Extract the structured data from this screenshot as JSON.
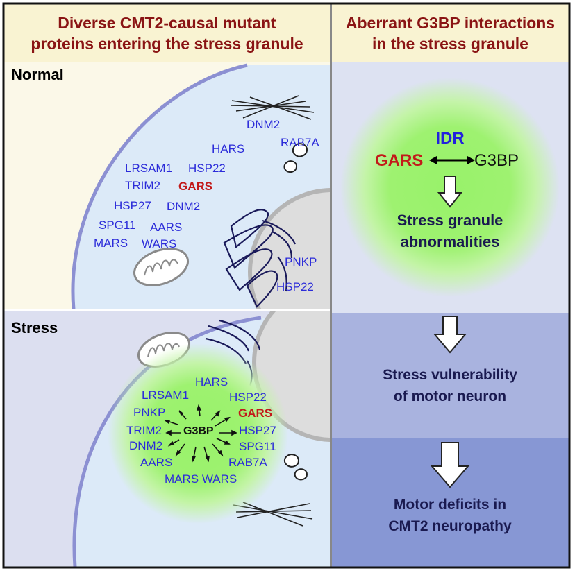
{
  "headers": {
    "left_line1": "Diverse CMT2-causal mutant",
    "left_line2": "proteins entering the stress granule",
    "right_line1": "Aberrant G3BP interactions",
    "right_line2": "in the stress granule"
  },
  "normal": {
    "label": "Normal",
    "proteins": {
      "dnm2_top": "DNM2",
      "rab7a": "RAB7A",
      "hars": "HARS",
      "lrsam1": "LRSAM1",
      "hsp22": "HSP22",
      "trim2": "TRIM2",
      "gars": "GARS",
      "hsp27": "HSP27",
      "dnm2": "DNM2",
      "spg11": "SPG11",
      "aars": "AARS",
      "mars": "MARS",
      "wars": "WARS",
      "pnkp": "PNKP",
      "hsp22_nucleus": "HSP22"
    }
  },
  "stress": {
    "label": "Stress",
    "hub": "G3BP",
    "proteins": {
      "hars": "HARS",
      "lrsam1": "LRSAM1",
      "hsp22": "HSP22",
      "pnkp": "PNKP",
      "gars": "GARS",
      "trim2": "TRIM2",
      "hsp27": "HSP27",
      "dnm2": "DNM2",
      "spg11": "SPG11",
      "aars": "AARS",
      "rab7a": "RAB7A",
      "mars_wars": "MARS WARS"
    }
  },
  "interaction": {
    "idr": "IDR",
    "gars": "GARS",
    "g3bp": "G3BP",
    "result_line1": "Stress granule",
    "result_line2": "abnormalities"
  },
  "flow": {
    "step1_line1": "Stress vulnerability",
    "step1_line2": "of motor neuron",
    "step2_line1": "Motor deficits in",
    "step2_line2": "CMT2 neuropathy"
  },
  "colors": {
    "header_bg": "#f9f3d2",
    "header_text": "#8a1414",
    "normal_bg": "#fbf8e8",
    "stress_bg": "#dcdff0",
    "right_top_bg": "#dde2f2",
    "right_mid_bg": "#a9b3df",
    "right_bottom_bg": "#8797d4",
    "cell_fill": "#dceaf8",
    "cell_membrane": "#8c90d2",
    "granule_green": "#8ff060",
    "protein_blue": "#2b2bd9",
    "gars_red": "#c21a1a",
    "flow_text": "#1a1a50"
  }
}
